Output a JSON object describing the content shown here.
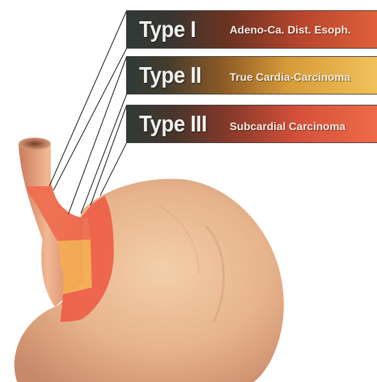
{
  "types": [
    {
      "name": "Type I",
      "description": "Adeno-Ca. Dist. Esoph."
    },
    {
      "name": "Type II",
      "description": "True Cardia-Carcinoma"
    },
    {
      "name": "Type III",
      "description": "Subcardial Carcinoma"
    }
  ],
  "colors": {
    "stomach": "#e8b98e",
    "stomach_dark": "#c97c5e",
    "esophagus": "#e9a07c",
    "type1_zone": "#ef6a4e",
    "type2_zone": "#f3a84c",
    "type3_zone": "#ee5a44",
    "leader_line": "#222222"
  }
}
